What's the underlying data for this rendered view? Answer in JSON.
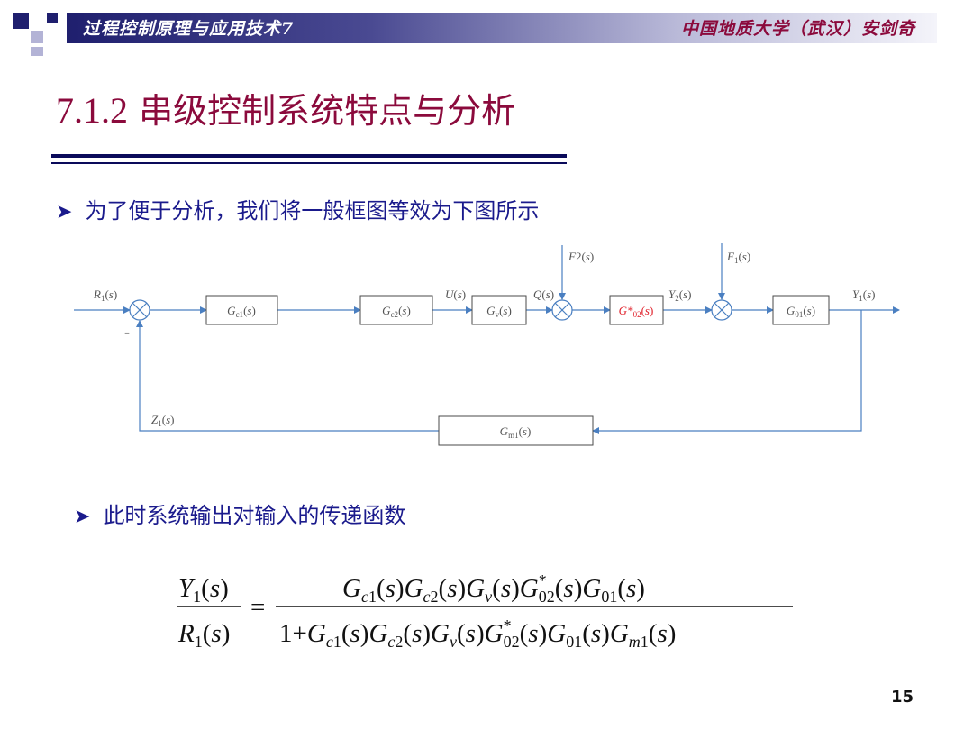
{
  "header": {
    "course": "过程控制原理与应用技术7",
    "university": "中国地质大学（武汉）安剑奇"
  },
  "title": {
    "number": "7.1.2",
    "text": "串级控制系统特点与分析"
  },
  "bullets": [
    "为了便于分析，我们将一般框图等效为下图所示",
    "此时系统输出对输入的传递函数"
  ],
  "diagram": {
    "input": "R1(s)",
    "blocks": [
      "Gc1(s)",
      "Gc2(s)",
      "Gv(s)",
      "G*02(s)",
      "G01(s)",
      "Gm1(s)"
    ],
    "signals": [
      "U(s)",
      "Q(s)",
      "Y2(s)",
      "Y1(s)",
      "Z1(s)"
    ],
    "disturbances": [
      "F2(s)",
      "F1(s)"
    ],
    "minus_sign": "-",
    "highlight_color": "#e0202a",
    "line_color": "#4a7fc1"
  },
  "formula": {
    "lhs_num": "Y1(s)",
    "lhs_den": "R1(s)",
    "rhs_num": "Gc1(s)Gc2(s)Gv(s)G*02(s)G01(s)",
    "rhs_den": "1+Gc1(s)Gc2(s)Gv(s)G*02(s)G01(s)Gm1(s)"
  },
  "page_number": "15"
}
